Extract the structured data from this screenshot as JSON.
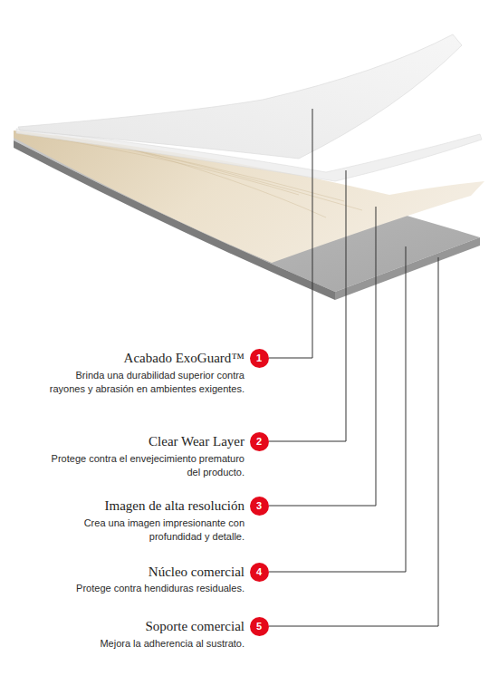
{
  "diagram": {
    "nodes": [
      {
        "text": [
          "1"
        ]
      },
      {
        "text": [
          "2"
        ]
      },
      {
        "text": [
          "3"
        ]
      },
      {
        "text": [
          "4"
        ]
      },
      {
        "text": [
          "5"
        ]
      }
    ],
    "labels": [
      "Acabado ExoGuard™",
      "Brinda una durabilidad superior contra rayones y abrasión en ambientes exigentes.",
      "Clear Wear Layer",
      "Protege contra el envejecimiento prematuro del producto.",
      "Imagen de alta resolución",
      "Crea una imagen impresionante con profundidad y detalle.",
      "Núcleo comercial",
      "Protege contra hendiduras residuales.",
      "Soporte comercial",
      "Mejora la adherencia al sustrato."
    ]
  }
}
